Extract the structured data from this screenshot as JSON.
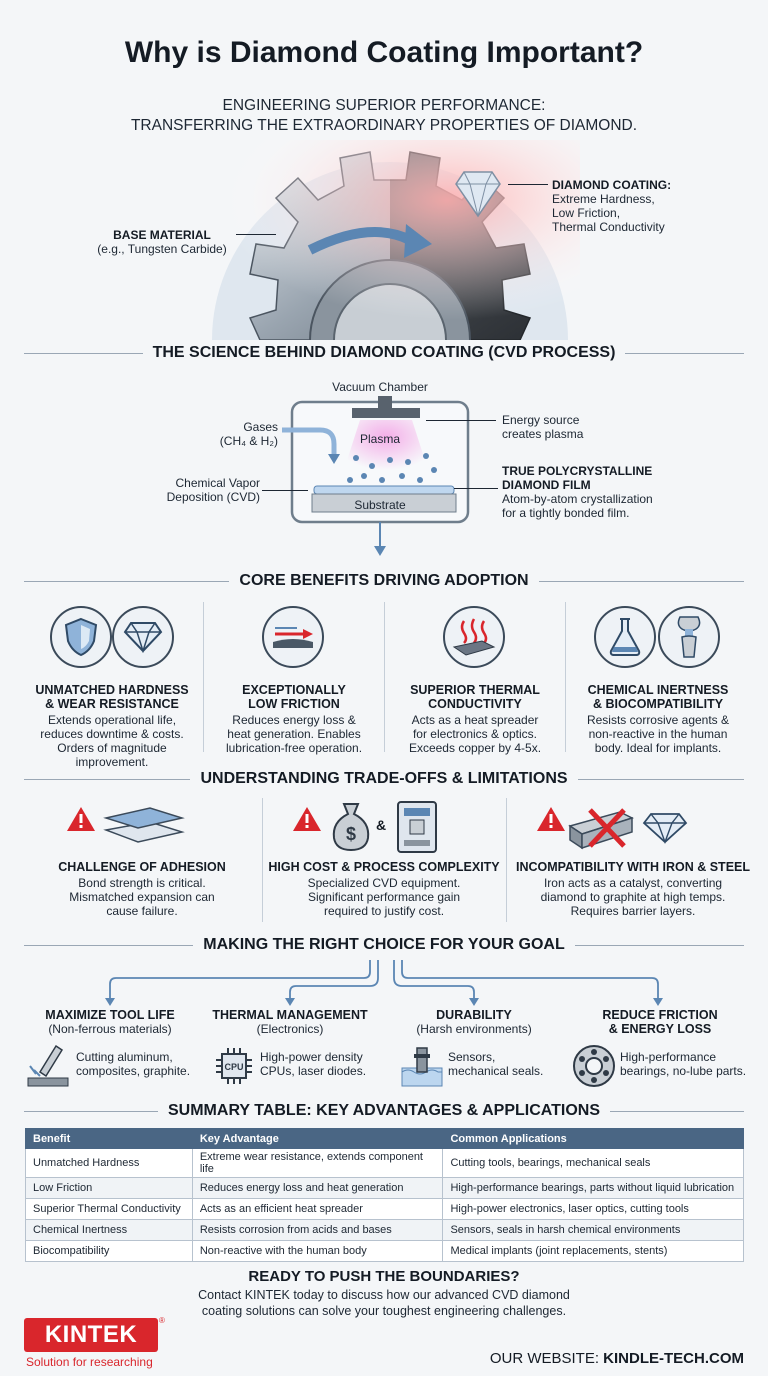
{
  "title": "Why is Diamond Coating Important?",
  "subtitle": {
    "line1": "ENGINEERING SUPERIOR PERFORMANCE:",
    "line2": "TRANSFERRING THE EXTRAORDINARY PROPERTIES OF DIAMOND."
  },
  "hero": {
    "base_title": "BASE MATERIAL",
    "base_sub": "(e.g., Tungsten Carbide)",
    "coating_title": "DIAMOND COATING:",
    "coating_lines": [
      "Extreme Hardness,",
      "Low Friction,",
      "Thermal Conductivity"
    ]
  },
  "science": {
    "heading": "THE SCIENCE BEHIND DIAMOND COATING (CVD PROCESS)",
    "chamber": "Vacuum Chamber",
    "gases": "Gases",
    "gases_formula": "(CH₄ & H₂)",
    "plasma": "Plasma",
    "energy1": "Energy source",
    "energy2": "creates plasma",
    "cvd1": "Chemical Vapor",
    "cvd2": "Deposition (CVD)",
    "film1": "TRUE POLYCRYSTALLINE",
    "film2": "DIAMOND FILM",
    "film_desc1": "Atom-by-atom crystallization",
    "film_desc2": "for a tightly bonded film.",
    "substrate": "Substrate"
  },
  "benefits": {
    "heading": "CORE BENEFITS DRIVING ADOPTION",
    "items": [
      {
        "title1": "UNMATCHED HARDNESS",
        "title2": "& WEAR RESISTANCE",
        "d1": "Extends operational life,",
        "d2": "reduces downtime & costs.",
        "d3": "Orders of magnitude improvement."
      },
      {
        "title1": "EXCEPTIONALLY",
        "title2": "LOW FRICTION",
        "d1": "Reduces energy loss &",
        "d2": "heat generation. Enables",
        "d3": "lubrication-free operation."
      },
      {
        "title1": "SUPERIOR THERMAL",
        "title2": "CONDUCTIVITY",
        "d1": "Acts as a heat spreader",
        "d2": "for electronics & optics.",
        "d3": "Exceeds copper by 4-5x."
      },
      {
        "title1": "CHEMICAL INERTNESS",
        "title2": "& BIOCOMPATIBILITY",
        "d1": "Resists corrosive agents &",
        "d2": "non-reactive in the human",
        "d3": "body. Ideal for implants."
      }
    ]
  },
  "tradeoffs": {
    "heading": "UNDERSTANDING TRADE-OFFS & LIMITATIONS",
    "amp": "&",
    "items": [
      {
        "title": "CHALLENGE OF ADHESION",
        "d1": "Bond strength is critical.",
        "d2": "Mismatched expansion can",
        "d3": "cause failure."
      },
      {
        "title": "HIGH COST & PROCESS COMPLEXITY",
        "d1": "Specialized CVD equipment.",
        "d2": "Significant performance gain",
        "d3": "required to justify cost."
      },
      {
        "title": "INCOMPATIBILITY WITH IRON & STEEL",
        "d1": "Iron acts as a catalyst, converting",
        "d2": "diamond to graphite at high temps.",
        "d3": "Requires barrier layers."
      }
    ]
  },
  "choice": {
    "heading": "MAKING THE RIGHT CHOICE FOR YOUR GOAL",
    "items": [
      {
        "title": "MAXIMIZE TOOL LIFE",
        "sub": "(Non-ferrous materials)",
        "d1": "Cutting aluminum,",
        "d2": "composites, graphite."
      },
      {
        "title": "THERMAL MANAGEMENT",
        "sub": "(Electronics)",
        "d1": "High-power density",
        "d2": "CPUs, laser diodes."
      },
      {
        "title": "DURABILITY",
        "sub": "(Harsh environments)",
        "d1": "Sensors,",
        "d2": "mechanical seals."
      },
      {
        "title": "REDUCE FRICTION",
        "sub": "& ENERGY LOSS",
        "d1": "High-performance",
        "d2": "bearings, no-lube parts."
      }
    ],
    "cpu": "CPU"
  },
  "summary": {
    "heading": "SUMMARY TABLE: KEY ADVANTAGES & APPLICATIONS",
    "headers": [
      "Benefit",
      "Key Advantage",
      "Common Applications"
    ],
    "rows": [
      [
        "Unmatched Hardness",
        "Extreme wear resistance, extends component life",
        "Cutting tools, bearings, mechanical seals"
      ],
      [
        "Low Friction",
        "Reduces energy loss and heat generation",
        "High-performance bearings, parts without liquid lubrication"
      ],
      [
        "Superior Thermal Conductivity",
        "Acts as an efficient heat spreader",
        "High-power electronics, laser optics, cutting tools"
      ],
      [
        "Chemical Inertness",
        "Resists corrosion from acids and bases",
        "Sensors, seals in harsh chemical environments"
      ],
      [
        "Biocompatibility",
        "Non-reactive with the human body",
        "Medical implants (joint replacements, stents)"
      ]
    ]
  },
  "cta": {
    "title": "READY TO PUSH THE BOUNDARIES?",
    "line1": "Contact KINTEK today to discuss how our advanced CVD diamond",
    "line2": "coating solutions can solve your toughest engineering challenges."
  },
  "footer": {
    "brand": "KINTEK",
    "registered": "®",
    "tagline": "Solution for researching",
    "website_label": "OUR WEBSITE:",
    "website": "KINDLE-TECH.COM"
  },
  "colors": {
    "accent": "#d9262c",
    "steel": "#4a6684",
    "arrow": "#5b86b3"
  }
}
